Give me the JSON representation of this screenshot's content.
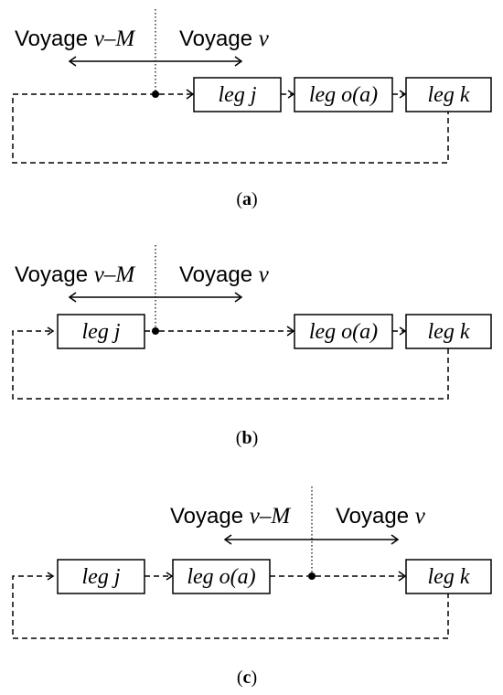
{
  "labels": {
    "voyage_prefix": "Voyage ",
    "v_minus_M": "v–M",
    "v": "v",
    "leg_j": "leg j",
    "leg_oa": "leg o(a)",
    "leg_k": "leg k"
  },
  "captions": {
    "a": {
      "open": "(",
      "letter": "a",
      "close": ")"
    },
    "b": {
      "open": "(",
      "letter": "b",
      "close": ")"
    },
    "c": {
      "open": "(",
      "letter": "c",
      "close": ")"
    }
  }
}
